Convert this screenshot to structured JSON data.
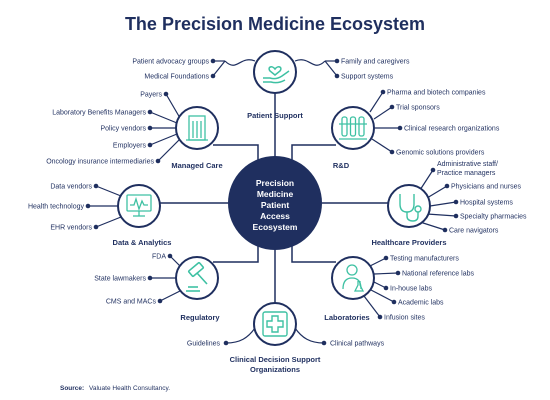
{
  "title": "The Precision Medicine Ecosystem",
  "center": [
    "Precision",
    "Medicine",
    "Patient",
    "Access",
    "Ecosystem"
  ],
  "source": {
    "label": "Source:",
    "text": "Valuate Health Consultancy."
  },
  "colors": {
    "navy": "#1f2f5f",
    "teal": "#3ec1a3",
    "line": "#1f2f5f"
  },
  "hubs": {
    "patient_support": {
      "label": "Patient Support",
      "icon": "hand-heart-icon",
      "left": [
        "Patient advocacy groups",
        "Medical Foundations"
      ],
      "right": [
        "Family and caregivers",
        "Support systems"
      ]
    },
    "managed_care": {
      "label": "Managed Care",
      "icon": "building-icon",
      "items": [
        "Payers",
        "Laboratory Benefits Managers",
        "Policy vendors",
        "Employers",
        "Oncology insurance intermediaries"
      ]
    },
    "rnd": {
      "label": "R&D",
      "icon": "test-tubes-icon",
      "items": [
        "Pharma and biotech companies",
        "Trial sponsors",
        "Clinical research organizations",
        "Genomic solutions providers"
      ]
    },
    "data_analytics": {
      "label": "Data & Analytics",
      "icon": "monitor-chart-icon",
      "items": [
        "Data vendors",
        "Health technology",
        "EHR vendors"
      ]
    },
    "healthcare_providers": {
      "label": "Healthcare Providers",
      "icon": "stethoscope-icon",
      "items": [
        "Administrative staff/",
        "Practice managers",
        "Physicians and nurses",
        "Hospital systems",
        "Specialty pharmacies",
        "Care navigators"
      ]
    },
    "regulatory": {
      "label": "Regulatory",
      "icon": "gavel-icon",
      "items": [
        "FDA",
        "State lawmakers",
        "CMS and MACs"
      ]
    },
    "laboratories": {
      "label": "Laboratories",
      "icon": "lab-scientist-icon",
      "items": [
        "Testing manufacturers",
        "National reference labs",
        "In-house labs",
        "Academic labs",
        "Infusion sites"
      ]
    },
    "cds": {
      "label_lines": [
        "Clinical Decision Support",
        "Organizations"
      ],
      "icon": "medical-cross-icon",
      "left": [
        "Guidelines"
      ],
      "right": [
        "Clinical pathways"
      ]
    }
  }
}
